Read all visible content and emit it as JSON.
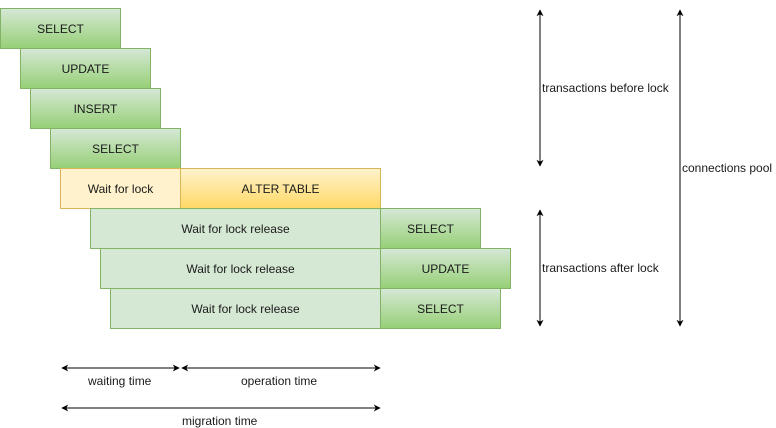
{
  "blocks": {
    "before": [
      {
        "label": "SELECT"
      },
      {
        "label": "UPDATE"
      },
      {
        "label": "INSERT"
      },
      {
        "label": "SELECT"
      }
    ],
    "lock": {
      "wait_label": "Wait for lock",
      "alter_label": "ALTER TABLE"
    },
    "after": [
      {
        "wait_label": "Wait for lock release",
        "op_label": "SELECT"
      },
      {
        "wait_label": "Wait for lock release",
        "op_label": "UPDATE"
      },
      {
        "wait_label": "Wait for lock release",
        "op_label": "SELECT"
      }
    ]
  },
  "annotations": {
    "transactions_before_lock": "transactions before lock",
    "transactions_after_lock": "transactions after lock",
    "connections_pool": "connections pool",
    "waiting_time": "waiting time",
    "operation_time": "operation time",
    "migration_time": "migration time"
  },
  "colors": {
    "green_fill": "#97d077",
    "green_light": "#d5e8d4",
    "green_border": "#82b366",
    "yellow_fill": "#ffd966",
    "yellow_light": "#fff2cc",
    "yellow_border": "#d6b656"
  }
}
